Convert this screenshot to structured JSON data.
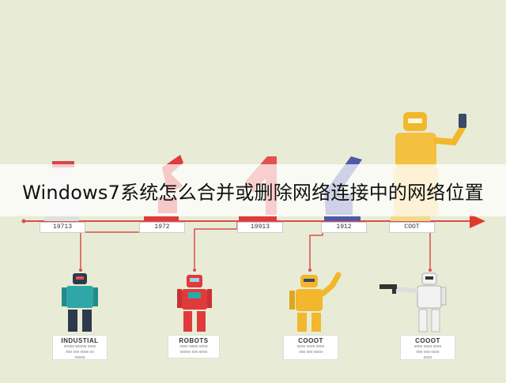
{
  "title": "Windows7系统怎么合并或删除网络连接中的网络位置",
  "timeline": {
    "ticks": [
      {
        "label": "19713"
      },
      {
        "label": "1972"
      },
      {
        "label": "19913"
      },
      {
        "label": "1912"
      },
      {
        "label": "COOT"
      }
    ]
  },
  "robots": [
    {
      "name": "INDUSTIAL",
      "line1": "xooov wcove xxov",
      "line2": "xoo vov xooo xx",
      "line3": "xooxo"
    },
    {
      "name": "ROBOTS",
      "line1": "xoov xwov vooo",
      "line2": "xooov xox xoox",
      "line3": ""
    },
    {
      "name": "COOOT",
      "line1": "xoov xove xoov",
      "line2": "xoo vov xooo",
      "line3": ""
    },
    {
      "name": "COOOT",
      "line1": "xoov xovo xoxo",
      "line2": "xoo voo xxxo",
      "line3": "xoox"
    }
  ],
  "colors": {
    "background": "#e8ecd6",
    "timeline": "#d9504a",
    "arrow": "#e03a2e",
    "teal": "#2fa7a8",
    "red": "#e03a3a",
    "yellow": "#f2b72c",
    "white_robot": "#f2f2f2",
    "blue": "#4f5aa8"
  }
}
